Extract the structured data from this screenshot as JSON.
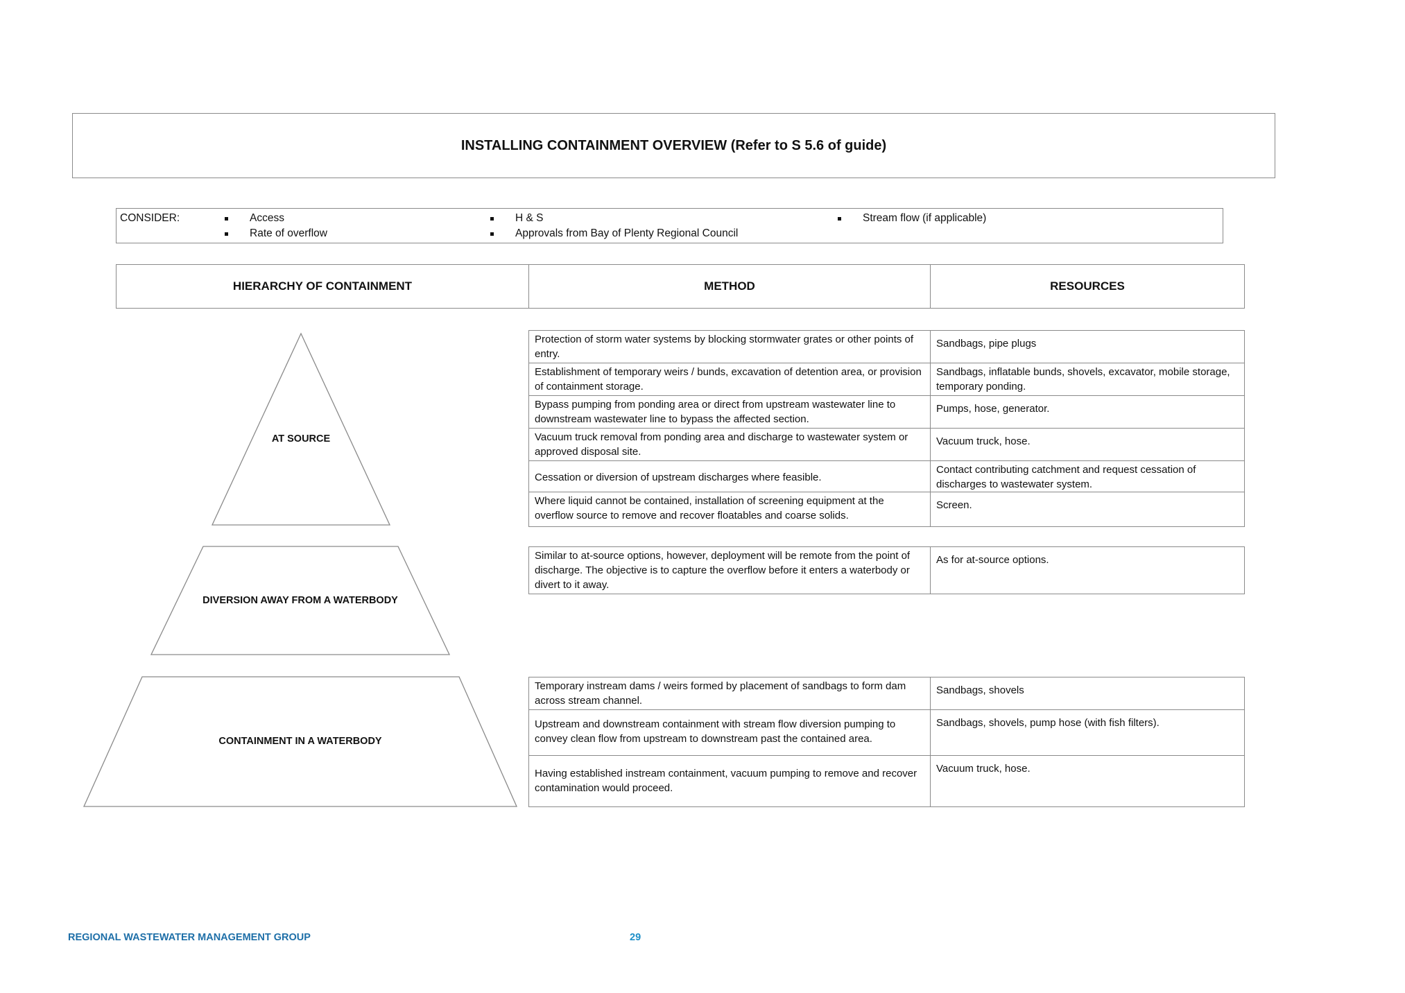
{
  "title": "INSTALLING CONTAINMENT OVERVIEW (Refer to S 5.6 of guide)",
  "consider": {
    "label": "CONSIDER:",
    "items": [
      "Access",
      "Rate of overflow",
      "H & S",
      "Approvals from Bay of Plenty Regional Council",
      "Stream flow (if applicable)"
    ]
  },
  "headers": {
    "hierarchy": "HIERARCHY OF CONTAINMENT",
    "method": "METHOD",
    "resources": "RESOURCES"
  },
  "tiers": {
    "at_source": "AT SOURCE",
    "diversion": "DIVERSION AWAY FROM A WATERBODY",
    "waterbody": "CONTAINMENT IN A WATERBODY"
  },
  "at_source_rows": [
    {
      "method": "Protection of storm water systems by blocking stormwater grates or other points of entry.",
      "resources": "Sandbags, pipe plugs"
    },
    {
      "method": "Establishment of temporary weirs / bunds, excavation of detention area, or provision of containment storage.",
      "resources": "Sandbags, inflatable bunds, shovels, excavator, mobile storage, temporary ponding."
    },
    {
      "method": "Bypass pumping from ponding area or direct from upstream wastewater line to downstream wastewater line to bypass the affected section.",
      "resources": "Pumps, hose, generator."
    },
    {
      "method": "Vacuum truck removal from ponding area and discharge to wastewater system or approved disposal site.",
      "resources": "Vacuum truck, hose."
    },
    {
      "method": "Cessation or diversion of upstream discharges where feasible.",
      "resources": "Contact contributing catchment and request cessation of discharges to wastewater system."
    },
    {
      "method": "Where liquid cannot be contained, installation of screening equipment at the overflow source to remove and recover floatables and coarse solids.",
      "resources": "Screen."
    }
  ],
  "diversion_rows": [
    {
      "method": "Similar to at-source options, however, deployment will be remote from the point of discharge. The objective is to capture the overflow before it enters a waterbody or divert to it away.",
      "resources": "As for at-source options."
    }
  ],
  "waterbody_rows": [
    {
      "method": "Temporary instream dams / weirs formed by placement of sandbags to form dam across stream channel.",
      "resources": "Sandbags, shovels"
    },
    {
      "method": "Upstream and downstream containment with stream flow diversion pumping to convey clean flow from upstream to downstream past the contained area.",
      "resources": "Sandbags, shovels, pump hose (with fish filters)."
    },
    {
      "method": "Having established instream containment, vacuum pumping to remove and recover contamination would proceed.",
      "resources": "Vacuum truck, hose."
    }
  ],
  "footer": {
    "org": "REGIONAL WASTEWATER MANAGEMENT GROUP",
    "page": "29"
  }
}
